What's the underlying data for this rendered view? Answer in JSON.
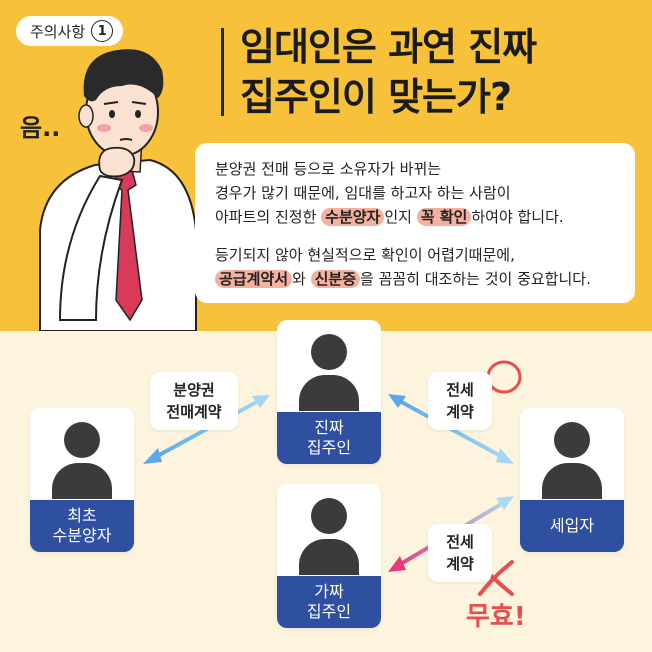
{
  "badge": {
    "label": "주의사항",
    "number": "1"
  },
  "title": {
    "line1": "임대인은 과연 진짜",
    "line2": "집주인이 맞는가?"
  },
  "thinking": "음..",
  "card": {
    "p1_line1": "분양권 전매 등으로 소유자가 바뀌는",
    "p1_line2": "경우가 많기 때문에, 임대를 하고자 하는 사람이",
    "p1_line3_a": "아파트의 진정한 ",
    "p1_line3_hl": "수분양자",
    "p1_line3_b": "인지 ",
    "p1_line3_hl2": "꼭 확인",
    "p1_line3_c": "하여야 합니다.",
    "p2_line1": "등기되지 않아 현실적으로 확인이 어렵기때문에,",
    "p2_hl1": "공급계약서",
    "p2_mid": "와 ",
    "p2_hl2": "신분증",
    "p2_end": "을 꼼꼼히 대조하는 것이 중요합니다."
  },
  "people": {
    "original": {
      "line1": "최초",
      "line2": "수분양자"
    },
    "real_owner": {
      "line1": "진짜",
      "line2": "집주인"
    },
    "fake_owner": {
      "line1": "가짜",
      "line2": "집주인"
    },
    "tenant": {
      "line1": "세입자"
    }
  },
  "tags": {
    "resale": {
      "line1": "분양권",
      "line2": "전매계약"
    },
    "lease_valid": {
      "line1": "전세",
      "line2": "계약"
    },
    "lease_fake": {
      "line1": "전세",
      "line2": "계약"
    }
  },
  "invalid_label": "무효!",
  "colors": {
    "top_bg": "#f7c23a",
    "bottom_bg": "#fdf4de",
    "label_blue": "#2f4fa0",
    "highlight": "#f5b1a0",
    "red": "#e84e4e",
    "arrow_blue": "#5fb0e8",
    "arrow_pink": "#e8397a"
  }
}
